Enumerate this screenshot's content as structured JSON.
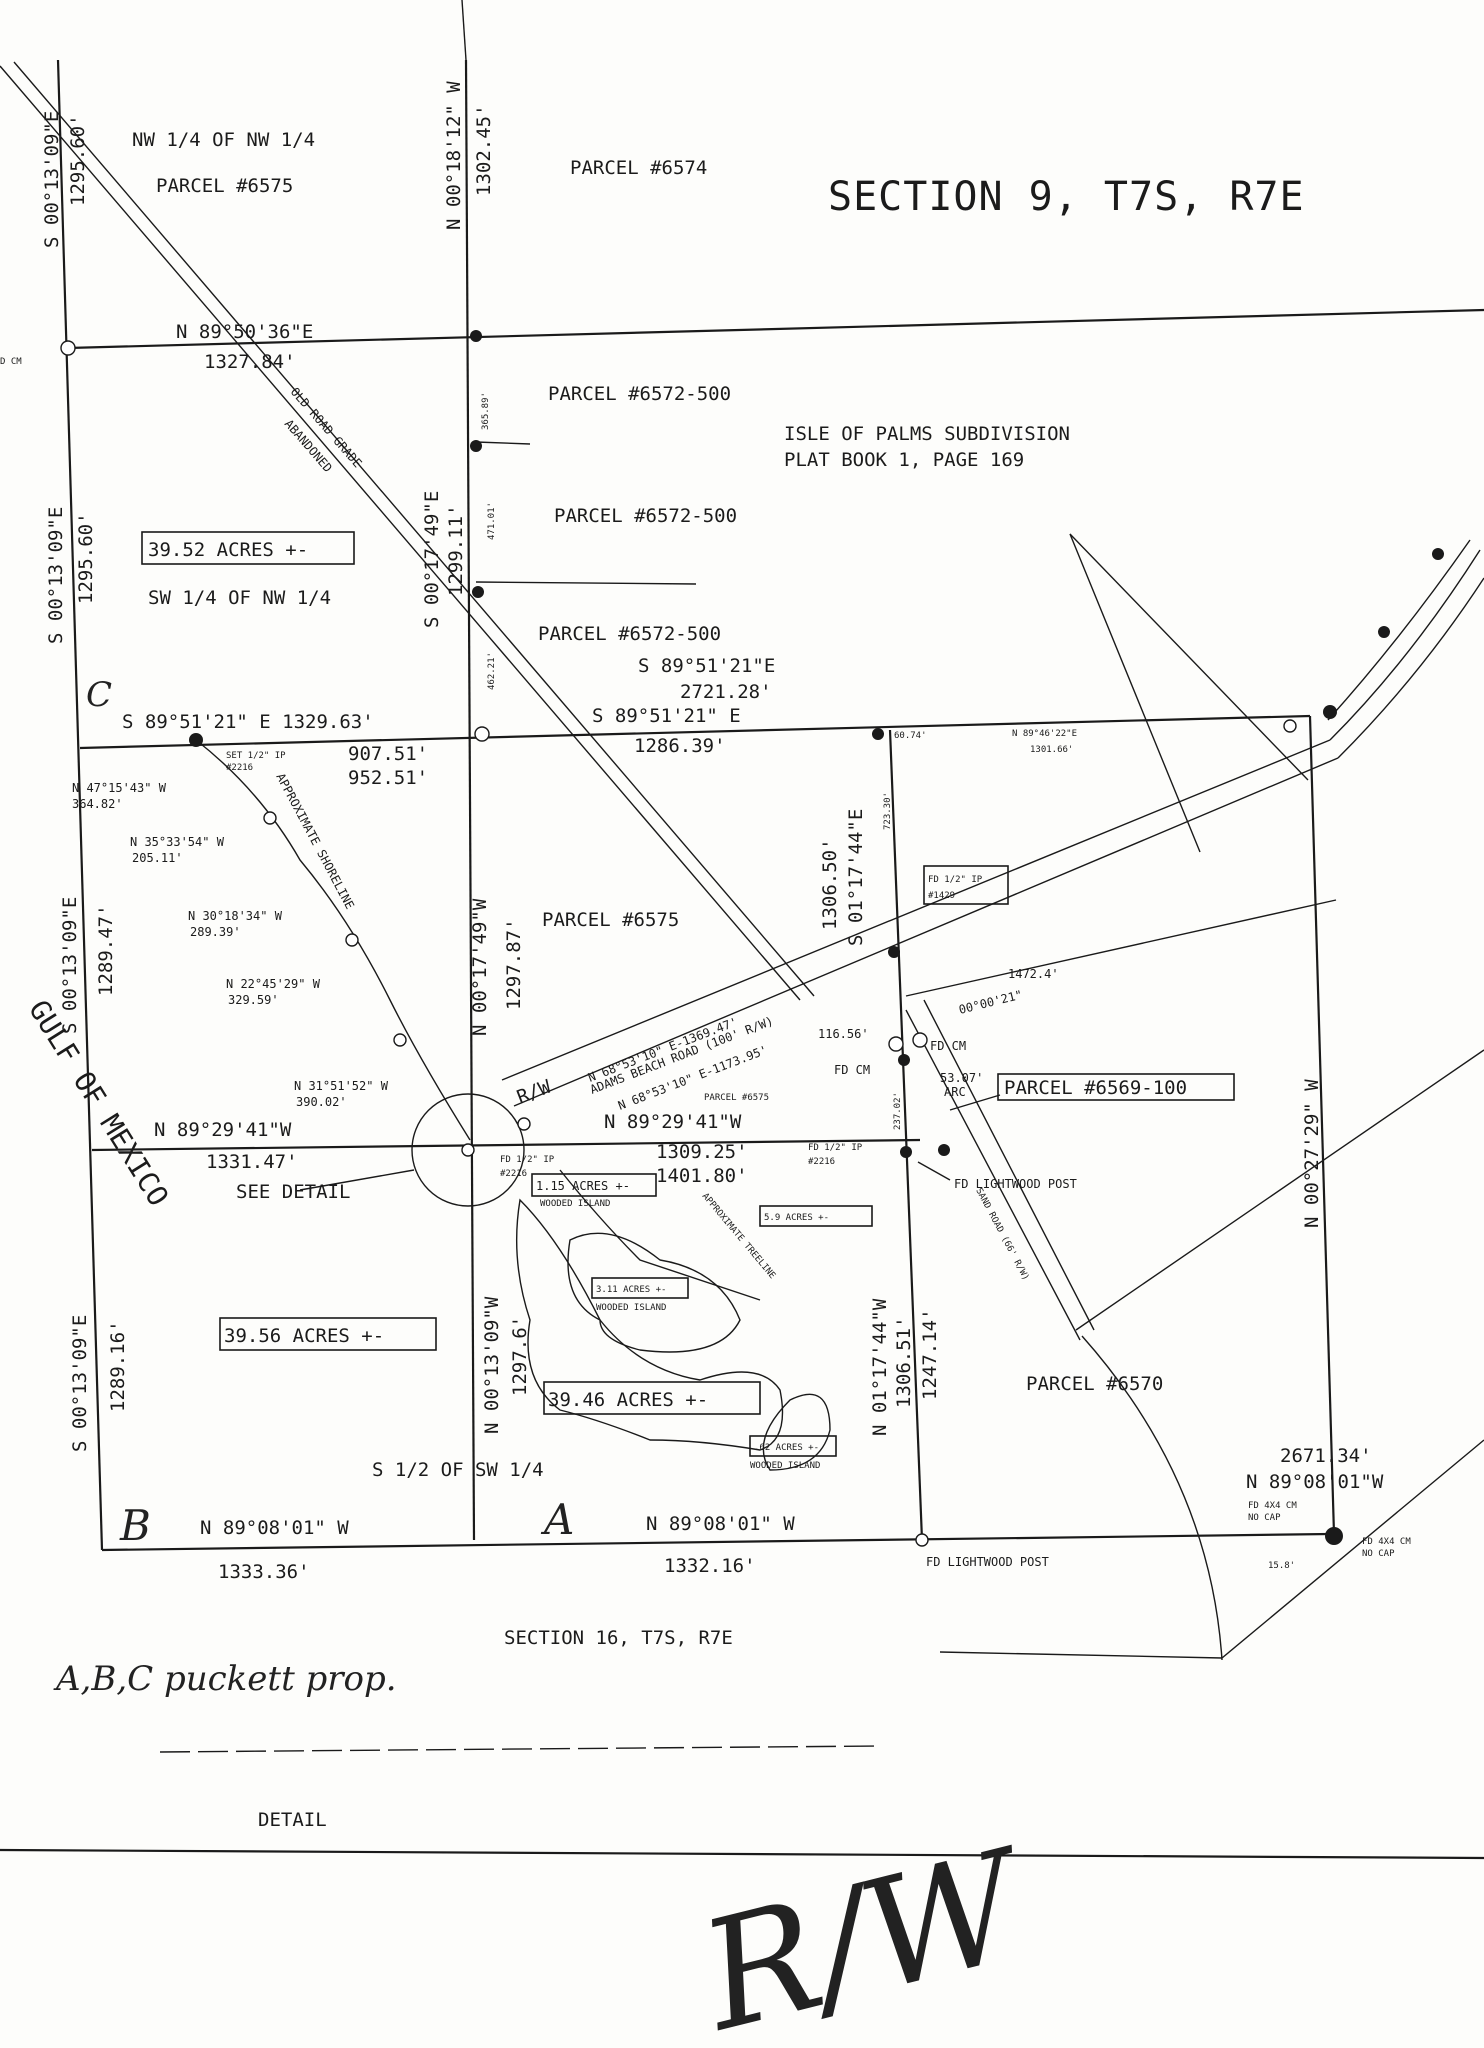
{
  "section_title": "SECTION 9, T7S, R7E",
  "section_south": "SECTION 16, T7S, R7E",
  "detail_label": "DETAIL",
  "see_detail": "SEE DETAIL",
  "handwritten_note": "A,B,C puckett prop.",
  "rw_handwritten": "R/W",
  "gulf_label": "GULF OF MEXICO",
  "parcels": {
    "nw_nw": "NW 1/4 OF NW 1/4",
    "p6575_top": "PARCEL #6575",
    "p6574": "PARCEL #6574",
    "p6572_a": "PARCEL #6572-500",
    "p6572_b": "PARCEL #6572-500",
    "p6572_c": "PARCEL #6572-500",
    "isle_line1": "ISLE OF PALMS SUBDIVISION",
    "isle_line2": "PLAT BOOK 1, PAGE 169",
    "sw_nw": "SW 1/4 OF NW 1/4",
    "p6575_mid": "PARCEL #6575",
    "p6575_small": "PARCEL #6575",
    "p6569": "PARCEL #6569-100",
    "p6570": "PARCEL #6570",
    "s_half_sw": "S 1/2 OF SW 1/4"
  },
  "acreage": {
    "a1": "39.52 ACRES +-",
    "a2": "39.56 ACRES +-",
    "a3": "39.46 ACRES +-",
    "a4": "1.15 ACRES +-",
    "a5": "5.9 ACRES +-",
    "a6": "3.11 ACRES +-",
    "a7": ".62 ACRES +-"
  },
  "islands": {
    "i1": "WOODED ISLAND",
    "i2": "WOODED ISLAND",
    "i3": "WOODED ISLAND"
  },
  "features": {
    "old_road": "OLD ROAD GRADE",
    "abandoned": "ABANDONED",
    "shoreline": "APPROXIMATE SHORELINE",
    "treeline": "APPROXIMATE TREELINE",
    "adams_road": "ADAMS BEACH ROAD (100' R/W)",
    "rw": "R/W",
    "sand_road": "SAND ROAD (66' R/W)"
  },
  "corner_letters": {
    "a": "A",
    "b": "B",
    "c": "C"
  },
  "bearings": {
    "b1": "S 00°13'09\"E",
    "b1d": "1295.60'",
    "b2": "N 00°18'12\" W",
    "b2d": "1302.45'",
    "b3": "N 89°50'36\"E",
    "b3d": "1327.84'",
    "b4": "S 00°13'09\"E",
    "b4d": "1295.60'",
    "b5": "S 00°17'49\"E",
    "b5d": "1299.11'",
    "b6": "S 89°51'21\" E 1329.63'",
    "b7": "S 89°51'21\" E",
    "b7d": "1286.39'",
    "b8": "S 89°51'21\"E",
    "b8d": "2721.28'",
    "b9": "N 89°46'22\"E",
    "b9d": "1301.66'",
    "b10": "S 01°17'44\"E",
    "b10d": "1306.50'",
    "b11": "N 00°17'49\"W",
    "b11d": "1297.87'",
    "b12": "N 68°53'10\" E-1369.47'",
    "b13": "N 68°53'10\" E-1173.95'",
    "b14": "N 89°29'41\"W",
    "b14d": "1331.47'",
    "b15": "N 89°29'41\"W",
    "b15d": "1309.25'",
    "b15e": "1401.80'",
    "b16": "S 00°13'09\"E",
    "b16d": "1289.47'",
    "b17": "S 00°13'09\"E",
    "b17d": "1289.16'",
    "b18": "N 00°13'09\"W",
    "b18d": "1297.6'",
    "b19": "N 01°17'44\"W",
    "b19d": "1306.51'",
    "b19e": "1247.14'",
    "b20": "N 00°27'29\" W",
    "b21": "N 89°08'01\" W",
    "b21d": "1333.36'",
    "b22": "N 89°08'01\" W",
    "b22d": "1332.16'",
    "b23": "N 89°08'01\"W",
    "b23d": "2671.34'"
  },
  "shore_calls": {
    "s1": "N 47°15'43\" W",
    "s1d": "364.82'",
    "s2": "N 35°33'54\" W",
    "s2d": "205.11'",
    "s3": "N 30°18'34\" W",
    "s3d": "289.39'",
    "s4": "N 22°45'29\" W",
    "s4d": "329.59'",
    "s5": "N 31°51'52\" W",
    "s5d": "390.02'"
  },
  "distances": {
    "d1": "907.51'",
    "d2": "952.51'",
    "d3": "365.89'",
    "d4": "471.01'",
    "d5": "462.21'",
    "d6": "60.74'",
    "d7": "723.30'",
    "d8": "1472.4'",
    "d9": "116.56'",
    "d10": "53.07'",
    "d11": "237.02'",
    "d12": "15.8'",
    "d13": "00°00'21\"",
    "d14": "ARC"
  },
  "monuments": {
    "m1": "SET 1/2\" IP",
    "m1b": "#2216",
    "m2": "FD 1/2\" IP",
    "m2b": "#1429",
    "m3": "FD CM",
    "m4": "FD CM",
    "m5": "FD 1/2\" IP",
    "m5b": "#2216",
    "m6": "FD 1/2\" IP",
    "m6b": "#2216",
    "m7": "FD LIGHTWOOD POST",
    "m8": "FD LIGHTWOOD POST",
    "m9": "FD 4X4 CM",
    "m9b": "NO CAP",
    "m10": "FD 4X4 CM",
    "m10b": "NO CAP",
    "m11": "D CM"
  }
}
